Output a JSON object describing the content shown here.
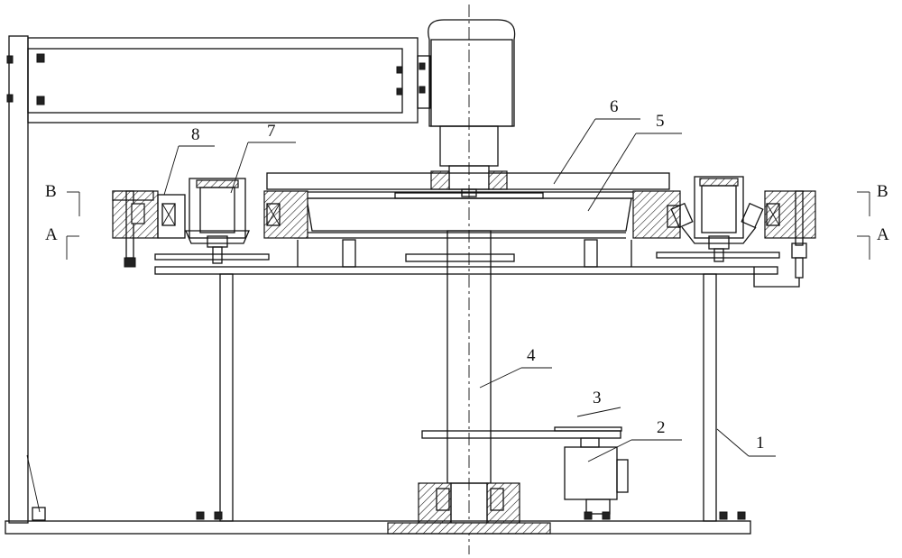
{
  "labels": {
    "l1": "1",
    "l2": "2",
    "l3": "3",
    "l4": "4",
    "l5": "5",
    "l6": "6",
    "l7": "7",
    "l8": "8"
  },
  "section_marks": {
    "b_left": "B",
    "a_left": "A",
    "b_right": "B",
    "a_right": "A"
  },
  "colors": {
    "line": "#111111",
    "background": "#ffffff"
  }
}
